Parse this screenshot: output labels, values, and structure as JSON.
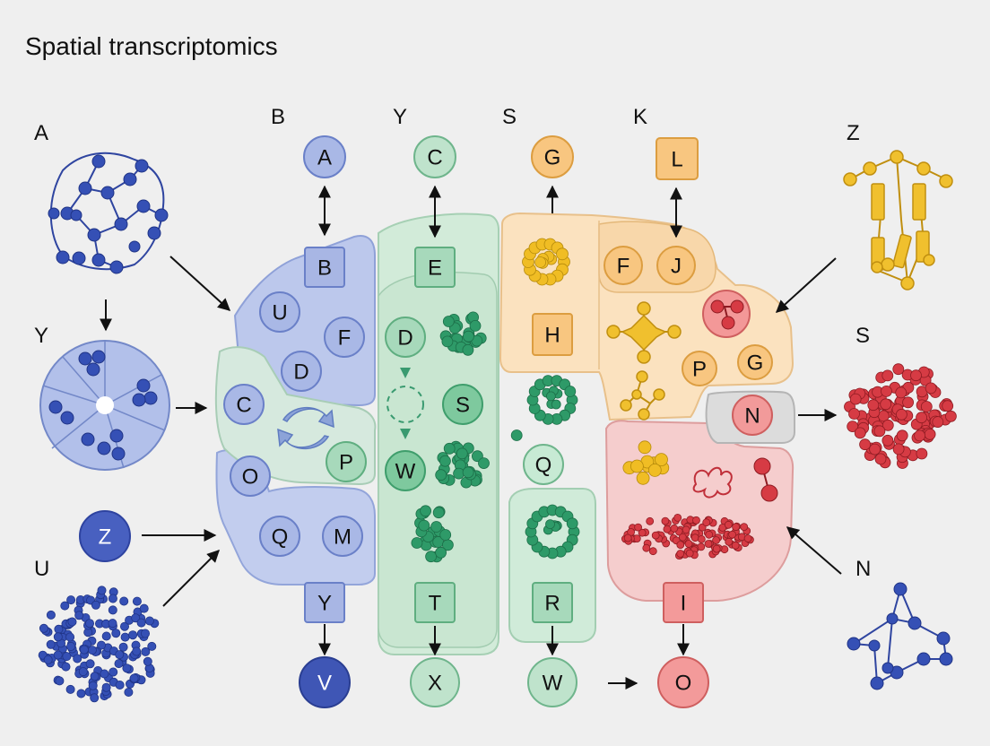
{
  "title": "Spatial transcriptomics",
  "corner_labels": [
    "A",
    "B",
    "Y",
    "S",
    "K",
    "Z",
    "Y",
    "S",
    "U",
    "N"
  ],
  "column_tops": {
    "blue_node": "A",
    "blue_box": "B",
    "green_node": "C",
    "green_box": "E",
    "orange_node": "G",
    "orange_top_node": "L"
  },
  "column_bottoms": {
    "blue_box": "Y",
    "blue_node": "V",
    "green_box": "T",
    "green_node": "X",
    "teal_box": "R",
    "teal_node": "W",
    "red_box": "I",
    "red_node": "O"
  },
  "regions": {
    "blue": {
      "nodes": [
        "U",
        "F",
        "D",
        "C",
        "P",
        "O",
        "Q",
        "M"
      ]
    },
    "green": {
      "nodes": [
        "D",
        "S",
        "W"
      ]
    },
    "teal": {
      "nodes": [
        "Q"
      ]
    },
    "orange": {
      "nodes": [
        "F",
        "J",
        "H",
        "P",
        "G"
      ],
      "side_node": "N"
    }
  },
  "left_inputs": {
    "z_node": "Z"
  },
  "colors": {
    "blue": "#b9c5ea",
    "blue_stroke": "#8d9fd6",
    "blue_dark": "#3d55b4",
    "green": "#cfe9d6",
    "green_stroke": "#9fceb0",
    "green_dark": "#2e9a68",
    "orange": "#fbe1bd",
    "orange_stroke": "#e9bf84",
    "orange_dark": "#e6b020",
    "red": "#f6cccc",
    "red_stroke": "#de9b9b",
    "red_dark": "#c0303a",
    "gray": "#dadada"
  }
}
